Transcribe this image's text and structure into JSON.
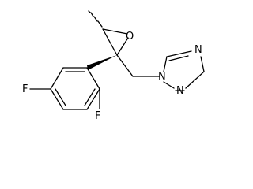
{
  "molecule": {
    "atoms": {
      "oxygen": "O",
      "fluorine_bottom_left": "F",
      "fluorine_ring": "F",
      "triazole_n1": "N",
      "triazole_n_top": "N",
      "triazole_n_bottom": "N"
    }
  }
}
